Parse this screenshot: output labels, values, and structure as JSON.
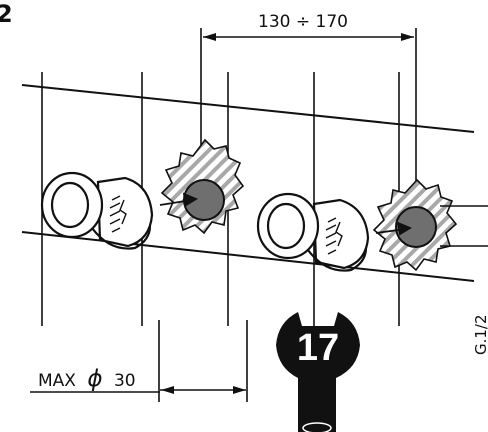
{
  "drawing": {
    "corner_mark": "2",
    "spacing_dimension": "130 ÷ 170",
    "max_diameter": {
      "prefix": "MAX",
      "symbol": "ϕ",
      "value": "30"
    },
    "thread_label": "G.1/2",
    "wrench_size": "17"
  },
  "colors": {
    "line": "#111111",
    "hatch": "#9a9a9a",
    "pipe_fill": "#6f6f6f",
    "wrench": "#111111"
  }
}
